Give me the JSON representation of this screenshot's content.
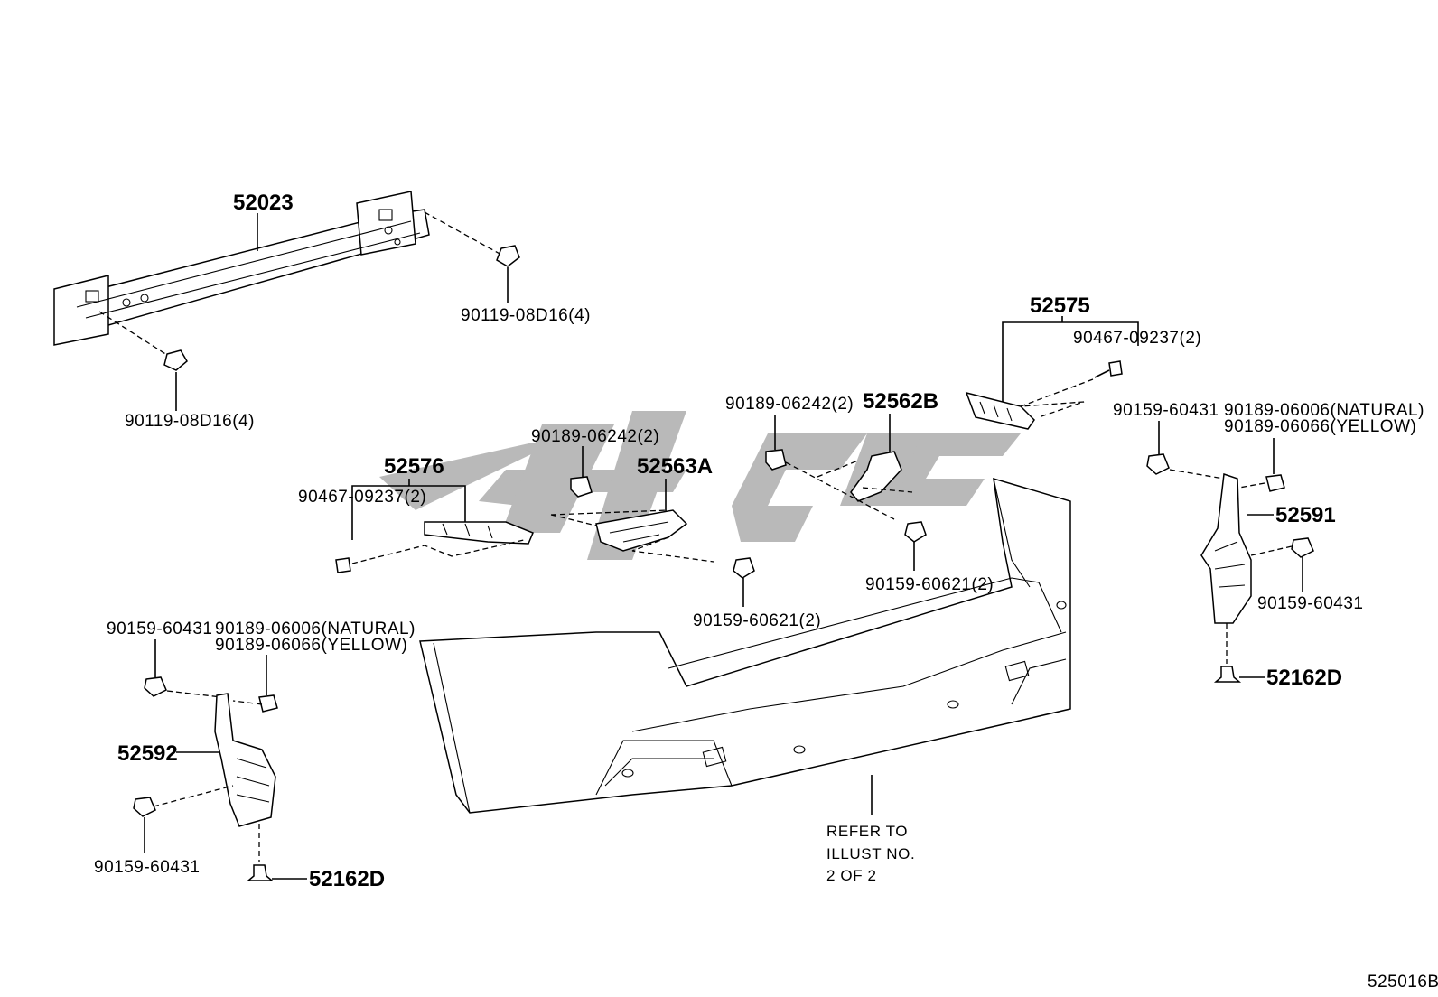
{
  "diagram": {
    "illustration_code": "525016B",
    "note_lines": [
      "REFER TO",
      "ILLUST NO.",
      "2 OF 2"
    ],
    "labels": {
      "reinforcement": "52023",
      "bolt_upper_right": "90119-08D16(4)",
      "bolt_lower_left": "90119-08D16(4)",
      "retainer_right": "52575",
      "screw_right": "90467-09237(2)",
      "retainer_left": "52576",
      "screw_left": "90467-09237(2)",
      "support_b": "52562B",
      "support_a": "52563A",
      "clip_b": "90189-06242(2)",
      "clip_a": "90189-06242(2)",
      "bolt_b": "90159-60621(2)",
      "bolt_a": "90159-60621(2)",
      "bracket_right": "52591",
      "bracket_left": "52592",
      "nut_right_top": "90159-60431",
      "nut_right_side": "90159-60431",
      "nut_left_top": "90159-60431",
      "nut_left_bottom": "90159-60431",
      "grommet_right_natural": "90189-06006(NATURAL)",
      "grommet_right_yellow": "90189-06066(YELLOW)",
      "grommet_left_natural": "90189-06006(NATURAL)",
      "grommet_left_yellow": "90189-06066(YELLOW)",
      "clip_right": "52162D",
      "clip_left": "52162D"
    },
    "colors": {
      "lines": "#000000",
      "watermark": "#b9b9b9",
      "background": "#ffffff"
    }
  }
}
